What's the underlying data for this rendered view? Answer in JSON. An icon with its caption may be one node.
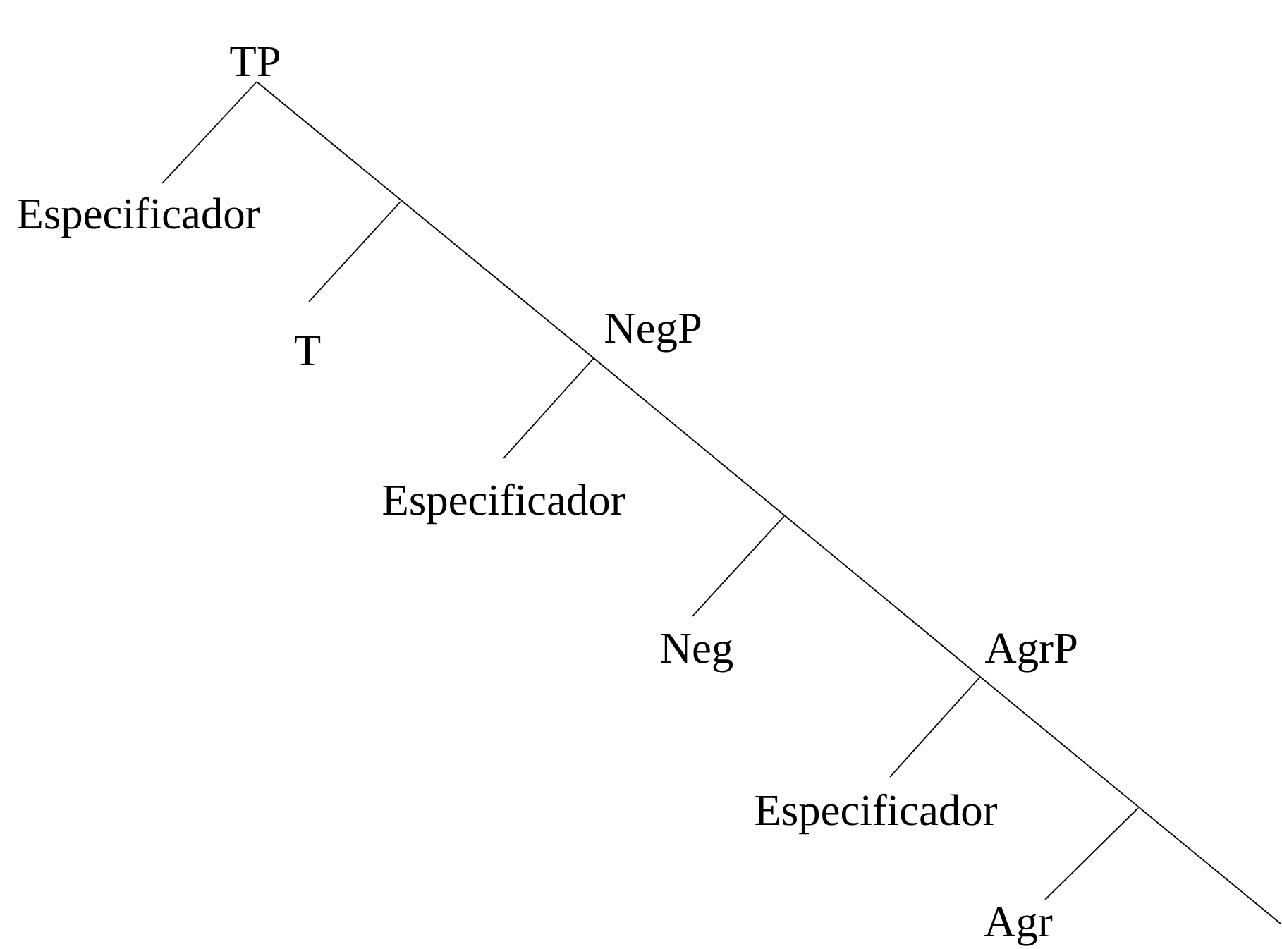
{
  "diagram": {
    "nodes": [
      {
        "text": [
          "TP"
        ]
      },
      {
        "text": [
          "Especificador"
        ]
      },
      {
        "text": [
          "T"
        ]
      },
      {
        "text": [
          "NegP"
        ]
      },
      {
        "text": [
          "Especificador"
        ]
      },
      {
        "text": [
          "Neg"
        ]
      },
      {
        "text": [
          "AgrP"
        ]
      },
      {
        "text": [
          "Especificador"
        ]
      },
      {
        "text": [
          "Agr"
        ]
      }
    ],
    "edges": [
      {
        "from": 0,
        "to": 1,
        "arrow": "none"
      },
      {
        "from": 0,
        "to": 3,
        "arrow": "none"
      },
      {
        "from": null,
        "to": 2,
        "arrow": "none"
      },
      {
        "from": 3,
        "to": 4,
        "arrow": "none"
      },
      {
        "from": 3,
        "to": 6,
        "arrow": "none"
      },
      {
        "from": null,
        "to": 5,
        "arrow": "none"
      },
      {
        "from": 6,
        "to": 7,
        "arrow": "none"
      },
      {
        "from": 6,
        "to": null,
        "arrow": "none"
      },
      {
        "from": null,
        "to": 8,
        "arrow": "none"
      }
    ]
  }
}
